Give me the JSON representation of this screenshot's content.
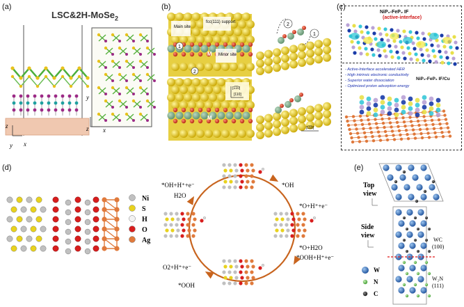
{
  "panels": {
    "a": {
      "label": "(a)",
      "title": "LSC&2H-MoSe",
      "title_sub": "2",
      "axes": {
        "z": "z",
        "y": "y",
        "x": "x",
        "y2": "y",
        "z2": "z",
        "x2": "x"
      }
    },
    "b": {
      "label": "(b)",
      "main_site": "Main site",
      "support": "fcc(111) support",
      "minor_site": "Minor site",
      "m": "M",
      "m2": "M",
      "n1": "1",
      "n2": "2",
      "c1": "1",
      "c2": "2",
      "dir1": "[110]",
      "dir2": "[1̅1̅0]",
      "dir3": "[1̅1̅0]"
    },
    "c": {
      "label": "(c)",
      "top_title": "NiP₂-FeP₂ IF",
      "top_subtitle": "(active-interface)",
      "bullets": [
        "- Active-Interface accelerated HER",
        "- High intrinsic electronic conductivity",
        "- Superior water dissociation",
        "- Optimized proton adsorption energy"
      ],
      "bottom_title": "NiP₂-FeP₂ IF/Cu"
    },
    "d": {
      "label": "(d)",
      "legend": [
        "Ni",
        "S",
        "H",
        "O",
        "Ag"
      ],
      "colors": {
        "Ni": "#c0c0c0",
        "S": "#e8d21e",
        "H": "#f2f2f2",
        "O": "#d81e1e",
        "Ag": "#e07a3c",
        "arrow": "#c8641e"
      },
      "steps": {
        "top": "*OH",
        "right_top": "*O+H⁺+e⁻",
        "right_bottom": "*O+H2O",
        "right_bottom2": "*OOH+H⁺+e⁻",
        "bottom_left": "*OOH",
        "left_bottom": "O2+H⁺+e⁻",
        "left_top": "*OH+H⁺+e⁻",
        "h2o": "H2O"
      }
    },
    "e": {
      "label": "(e)",
      "top_view": [
        "Top",
        "view"
      ],
      "side_view": [
        "Side",
        "view"
      ],
      "wc": [
        "WC",
        "(100)"
      ],
      "w2n": [
        "W₂N",
        "(111)"
      ],
      "legend": [
        "W",
        "N",
        "C"
      ]
    }
  }
}
